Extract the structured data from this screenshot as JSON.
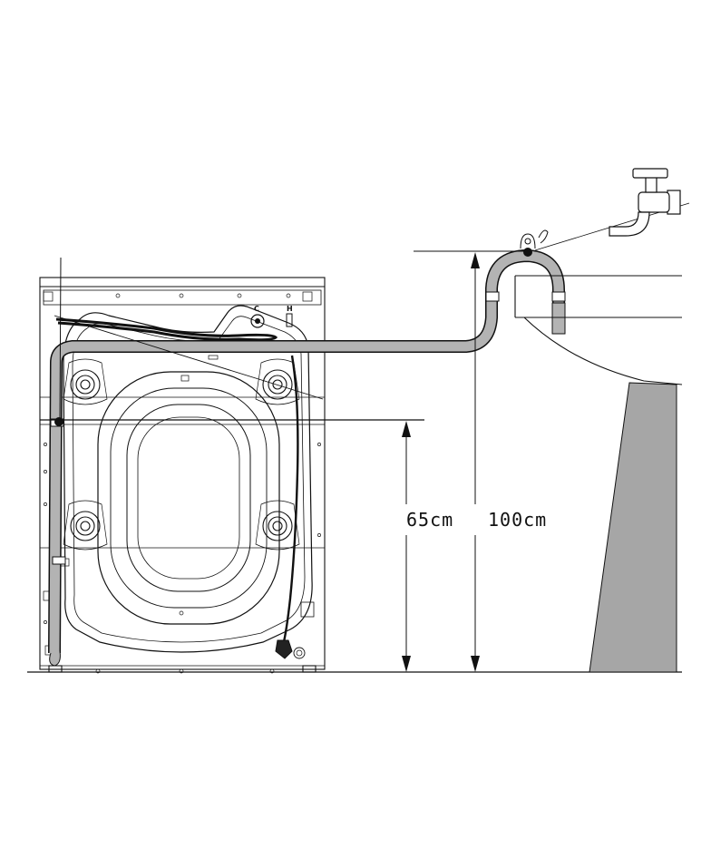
{
  "diagram": {
    "labels": {
      "height_drain_min": "65cm",
      "height_drain_max": "100cm",
      "valve_cold": "C",
      "valve_hot": "H"
    },
    "colors": {
      "line": "#111111",
      "hose": "#b3b3b3",
      "sink_pedestal": "#a6a6a6",
      "background": "#ffffff"
    }
  }
}
